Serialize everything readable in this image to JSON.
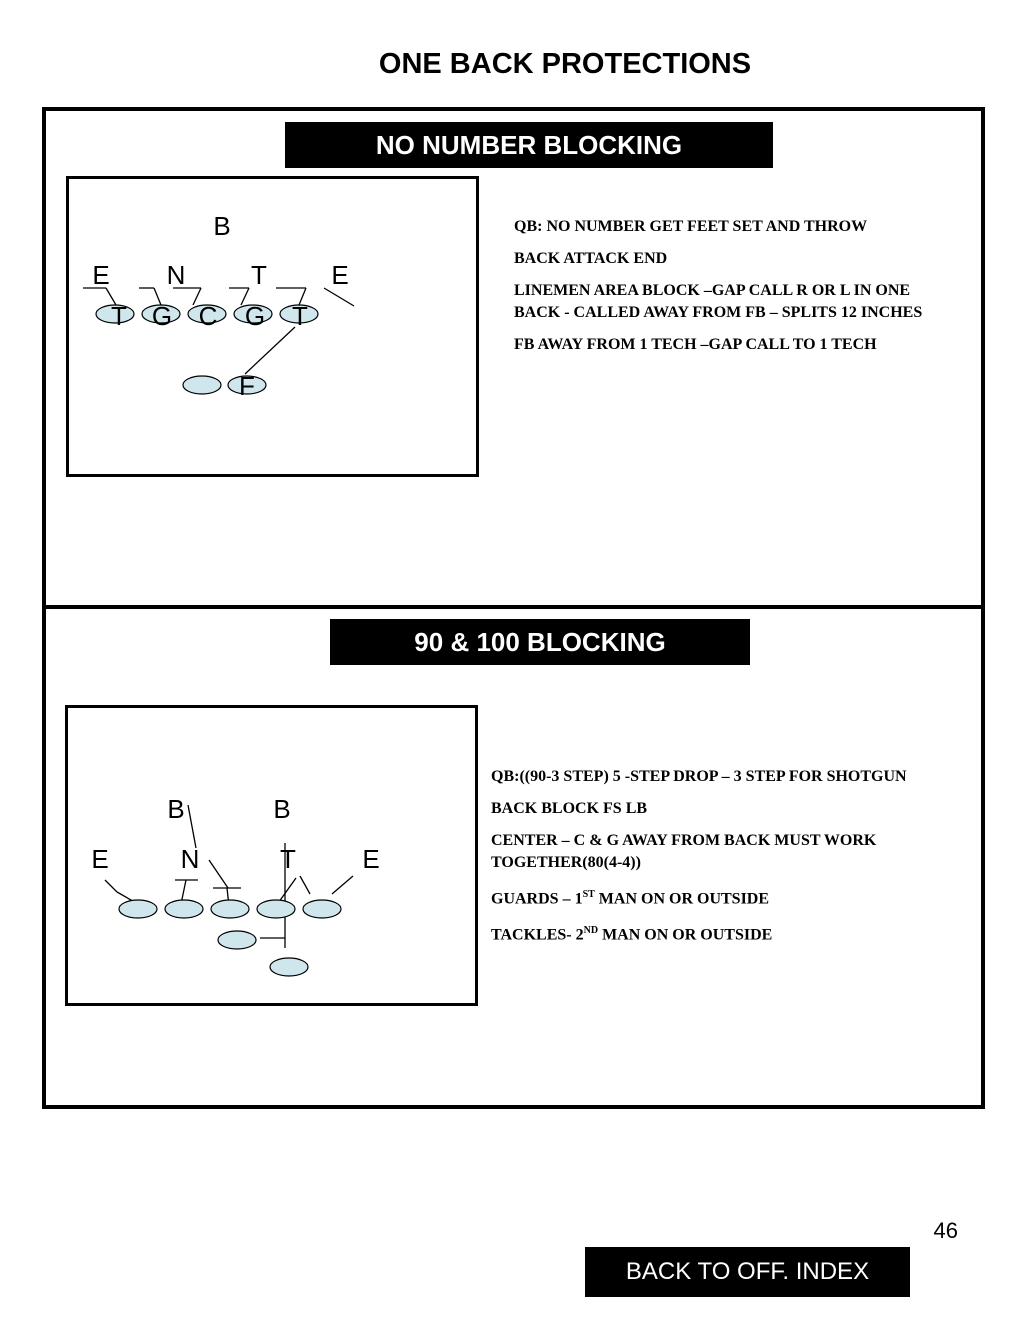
{
  "page": {
    "title": "ONE BACK PROTECTIONS",
    "page_number": "46",
    "back_button_label": "BACK TO OFF. INDEX"
  },
  "colors": {
    "player_fill": "#cfe6ec",
    "banner_bg": "#000000",
    "banner_text": "#ffffff"
  },
  "section1": {
    "banner": "NO NUMBER  BLOCKING",
    "diagram_labels": {
      "back": "B",
      "defense": [
        "E",
        "N",
        "T",
        "E"
      ],
      "offense": [
        "T",
        "G",
        "C",
        "G",
        "T"
      ],
      "fullback": "F"
    },
    "notes": [
      "QB: NO NUMBER GET FEET SET AND THROW",
      "BACK ATTACK  END",
      "LINEMEN AREA BLOCK –GAP  CALL R OR L IN ONE BACK - CALLED AWAY FROM  FB – SPLITS 12 INCHES",
      "FB AWAY FROM 1 TECH –GAP  CALL TO 1 TECH"
    ]
  },
  "section2": {
    "banner": "90 & 100 BLOCKING",
    "diagram_labels": {
      "backs": [
        "B",
        "B"
      ],
      "defense": [
        "E",
        "N",
        "T",
        "E"
      ]
    },
    "notes": [
      {
        "text": "QB:((90-3 STEP) 5 -STEP DROP – 3 STEP FOR SHOTGUN"
      },
      {
        "text": "BACK BLOCK  FS LB"
      },
      {
        "text": "CENTER – C & G AWAY FROM BACK MUST WORK TOGETHER(80(4-4))"
      },
      {
        "pre": "GUARDS – 1",
        "sup": "ST",
        "post": " MAN ON OR OUTSIDE"
      },
      {
        "pre": "TACKLES- 2",
        "sup": "ND",
        "post": " MAN ON OR OUTSIDE"
      }
    ]
  }
}
